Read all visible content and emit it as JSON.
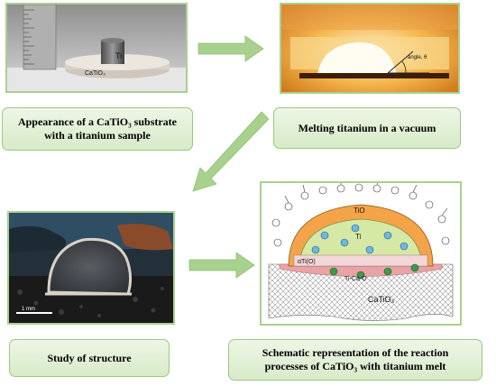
{
  "panels": {
    "substrate": {
      "caption_line1": "Appearance of a CaTiO₃ substrate",
      "caption_line2": "with a titanium sample",
      "label_ti": "Ti",
      "label_substrate": "CaTiO₃"
    },
    "melting": {
      "caption": "Melting titanium in a vacuum",
      "angle_label": "angle, θ"
    },
    "structure": {
      "caption": "Study of structure",
      "scale_label": "1 mm"
    },
    "schematic": {
      "caption_line1": "Schematic representation of the reaction",
      "caption_line2": "processes of CaTiO₃ with titanium melt",
      "label_tio": "TiO",
      "label_ti": "Ti",
      "label_alpha": "αTi(O)",
      "label_layer": "Ti-Ca-O",
      "label_substrate": "CaTiO₃"
    }
  },
  "colors": {
    "frame_border": "#a9d18e",
    "caption_fill": "#dcedc8",
    "arrow": "#a9d18e",
    "tio_layer": "#f4a348",
    "ti_melt": "#d6e9a4",
    "reaction_layer": "#e9a3a6"
  }
}
